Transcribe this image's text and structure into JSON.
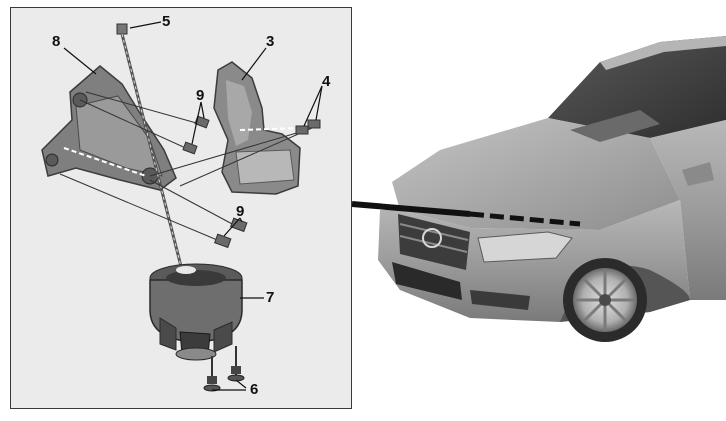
{
  "callouts": {
    "c3": "3",
    "c4": "4",
    "c5": "5",
    "c6": "6",
    "c7": "7",
    "c8": "8",
    "c9a": "9",
    "c9b": "9"
  },
  "colors": {
    "panel_bg": "#ebebeb",
    "panel_border": "#3a3a3a",
    "car_body": "#9a9a9a",
    "part_gray": "#7d7d7d",
    "leader": "#111111"
  }
}
